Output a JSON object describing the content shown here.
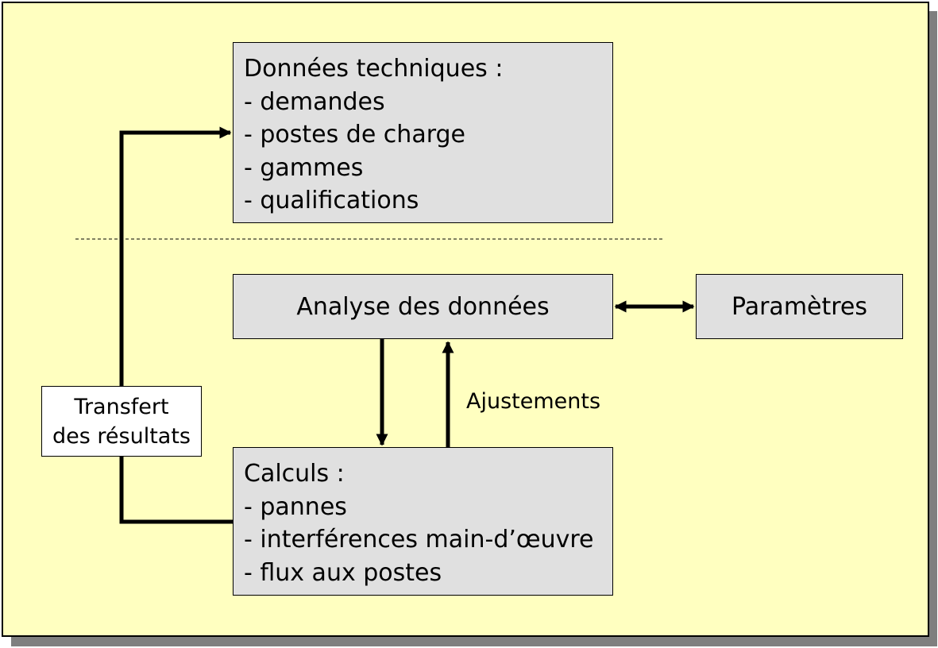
{
  "technical_data": {
    "title": "Données techniques :",
    "items": [
      "- demandes",
      "- postes de charge",
      "- gammes",
      "- qualifications"
    ]
  },
  "analysis": {
    "label": "Analyse des données"
  },
  "parameters": {
    "label": "Paramètres"
  },
  "calculations": {
    "title": "Calculs :",
    "items": [
      "- pannes",
      "- interférences main-d’œuvre",
      "- flux aux postes"
    ]
  },
  "transfer": {
    "line1": "Transfert",
    "line2": "des résultats"
  },
  "adjustments": {
    "label": "Ajustements"
  },
  "colors": {
    "background": "#ffffc0",
    "box_fill": "#e0e0e0",
    "label_fill": "#ffffff",
    "stroke": "#000000"
  }
}
